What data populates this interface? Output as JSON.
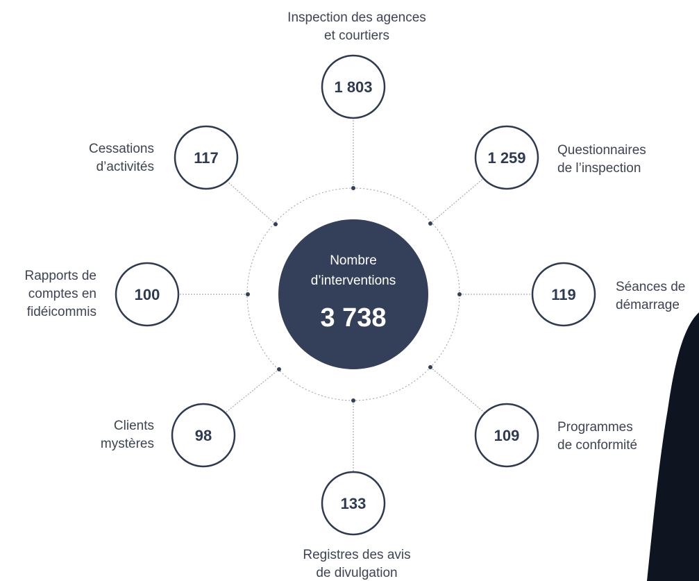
{
  "colors": {
    "navy": "#34405a",
    "ring_stroke": "#2e3a52",
    "connector": "#9a9a9a",
    "text": "#3d4354",
    "background": "#ffffff",
    "photo_dark": "#0f1520"
  },
  "center": {
    "label_line1": "Nombre",
    "label_line2": "d’interventions",
    "value": "3 738"
  },
  "nodes": [
    {
      "id": "inspection-agences",
      "value": "1 803",
      "label_lines": [
        "Inspection des agences",
        "et courtiers"
      ]
    },
    {
      "id": "questionnaires",
      "value": "1 259",
      "label_lines": [
        "Questionnaires",
        "de l’inspection"
      ]
    },
    {
      "id": "seances",
      "value": "119",
      "label_lines": [
        "Séances de",
        "démarrage"
      ]
    },
    {
      "id": "programmes",
      "value": "109",
      "label_lines": [
        "Programmes",
        "de conformité"
      ]
    },
    {
      "id": "registres",
      "value": "133",
      "label_lines": [
        "Registres des avis",
        "de divulgation"
      ]
    },
    {
      "id": "clients-mysteres",
      "value": "98",
      "label_lines": [
        "Clients",
        "mystères"
      ]
    },
    {
      "id": "rapports",
      "value": "100",
      "label_lines": [
        "Rapports de",
        "comptes en",
        "fidéicommis"
      ]
    },
    {
      "id": "cessations",
      "value": "117",
      "label_lines": [
        "Cessations",
        "d’activités"
      ]
    }
  ]
}
